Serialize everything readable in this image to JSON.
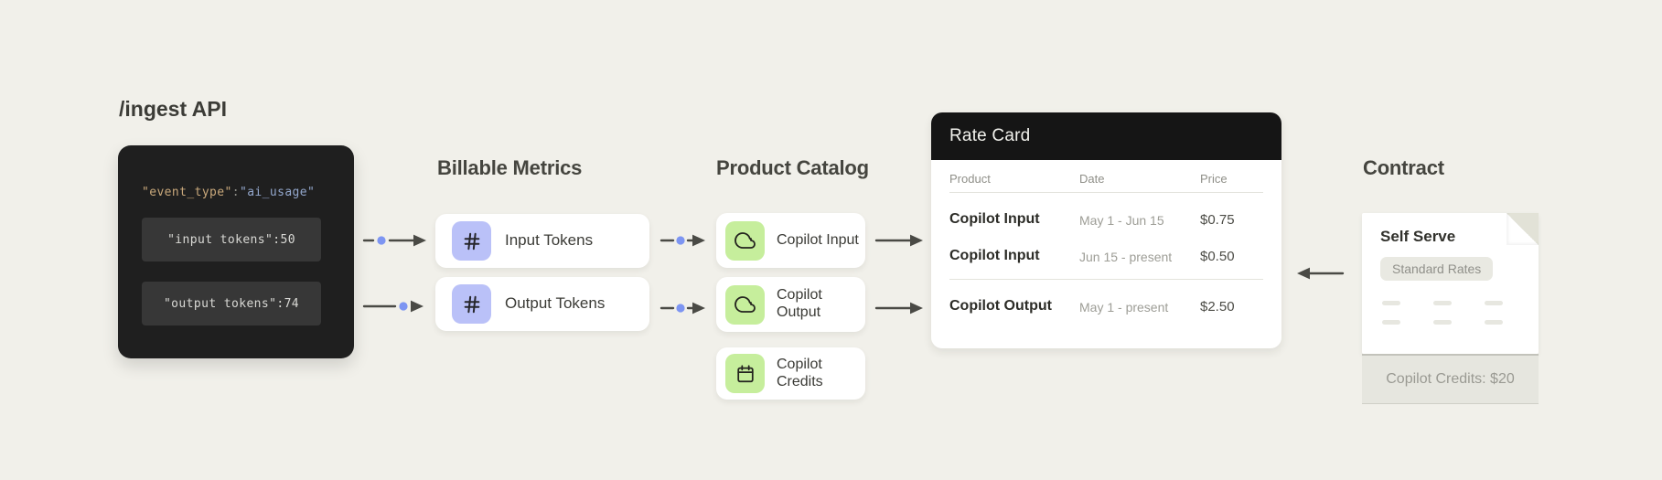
{
  "ingest": {
    "title": "/ingest API",
    "code": {
      "key": "\"event_type\"",
      "colon": ":",
      "value": "\"ai_usage\"",
      "fields": [
        "\"input tokens\":50",
        "\"output tokens\":74"
      ]
    }
  },
  "billable_metrics": {
    "title": "Billable Metrics",
    "items": [
      {
        "label": "Input Tokens",
        "icon": "hash-icon"
      },
      {
        "label": "Output Tokens",
        "icon": "hash-icon"
      }
    ]
  },
  "product_catalog": {
    "title": "Product Catalog",
    "items": [
      {
        "label": "Copilot Input",
        "icon": "cloud-icon"
      },
      {
        "label": "Copilot Output",
        "icon": "cloud-icon"
      },
      {
        "label": "Copilot Credits",
        "icon": "calendar-icon"
      }
    ]
  },
  "rate_card": {
    "title": "Rate Card",
    "columns": [
      "Product",
      "Date",
      "Price"
    ],
    "rows": [
      {
        "product": "Copilot Input",
        "date": "May 1 - Jun 15",
        "price": "$0.75"
      },
      {
        "product": "Copilot Input",
        "date": "Jun 15 - present",
        "price": "$0.50"
      },
      {
        "product": "Copilot Output",
        "date": "May 1 - present",
        "price": "$2.50"
      }
    ]
  },
  "contract": {
    "title": "Contract",
    "plan_name": "Self Serve",
    "badge": "Standard Rates",
    "footer_note": "Copilot Credits: $20"
  },
  "colors": {
    "background": "#f1f0ea",
    "code_block_bg": "#1f1f1f",
    "code_field_bg": "#373737",
    "code_key": "#c9a87b",
    "code_value": "#93a7cc",
    "accent_lavender": "#bac1f8",
    "accent_green": "#c6ee9c",
    "pulse_dot_blue": "#7d95f2",
    "arrow_gray": "#4a4a45",
    "rate_card_header_bg": "#151515"
  }
}
